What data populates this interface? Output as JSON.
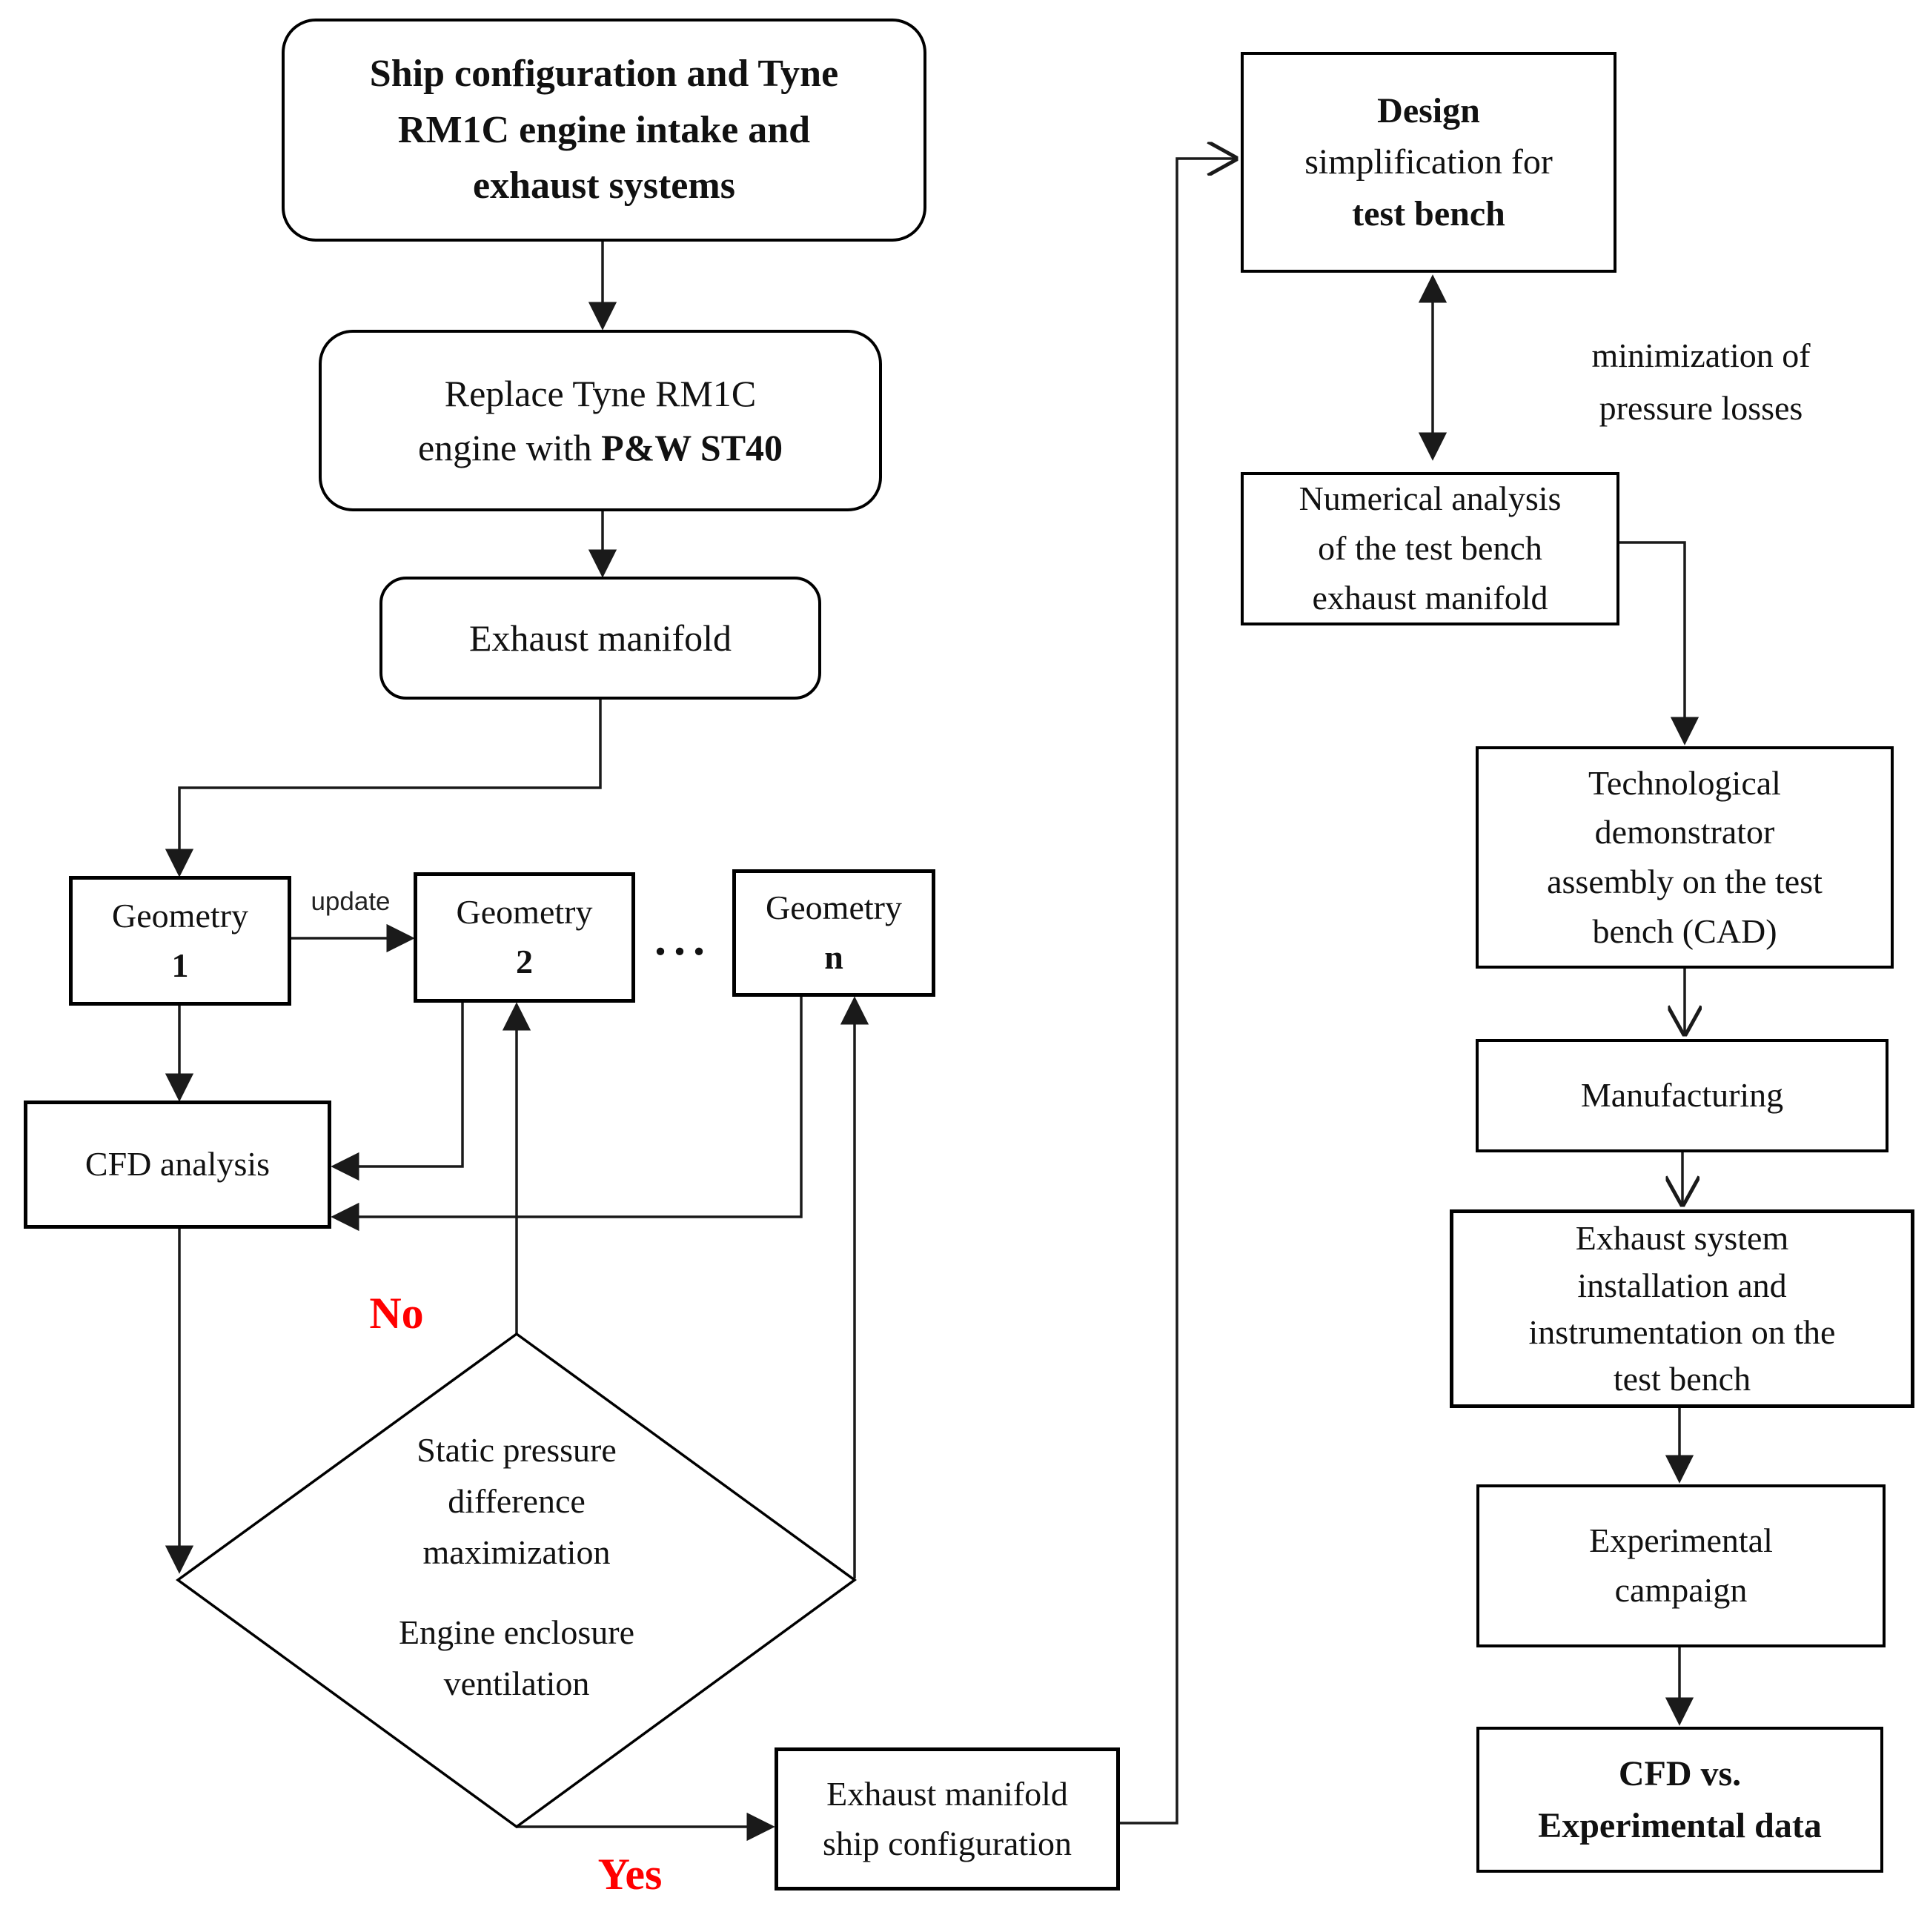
{
  "diagram": {
    "left_flow": {
      "ship_config": "Ship configuration and Tyne\nRM1C engine intake and\nexhaust systems",
      "replace_line1": "Replace Tyne RM1C",
      "replace_line2_normal": "engine with ",
      "replace_line2_bold": "P&W ST40",
      "exhaust_manifold": "Exhaust manifold",
      "update_label": "update",
      "geometry_label_1": "Geometry",
      "geometry_num_1": "1",
      "geometry_label_2": "Geometry",
      "geometry_num_2": "2",
      "ellipsis": "...",
      "geometry_label_n": "Geometry",
      "geometry_num_n": "n",
      "cfd_analysis": "CFD analysis",
      "decision_upper": "Static pressure\ndifference\nmaximization",
      "decision_lower": "Engine enclosure\nventilation",
      "no_label": "No",
      "yes_label": "Yes",
      "exhaust_ship_config": "Exhaust manifold\nship configuration"
    },
    "right_flow": {
      "design_bold1": "Design",
      "design_normal": "simplification for",
      "design_bold2": "test bench",
      "minimization_note": "minimization of\npressure losses",
      "numerical_analysis": "Numerical analysis\nof the test bench\nexhaust manifold",
      "tech_demonstrator": "Technological\ndemonstrator\nassembly on the test\nbench (CAD)",
      "manufacturing": "Manufacturing",
      "exhaust_installation": "Exhaust system\ninstallation and\ninstrumentation on the\ntest bench",
      "experimental_campaign": "Experimental\ncampaign",
      "cfd_vs_experimental": "CFD vs.\nExperimental data"
    },
    "colors": {
      "line": "#1a1a1a",
      "accent_red": "#ff0000",
      "background": "#ffffff"
    }
  }
}
